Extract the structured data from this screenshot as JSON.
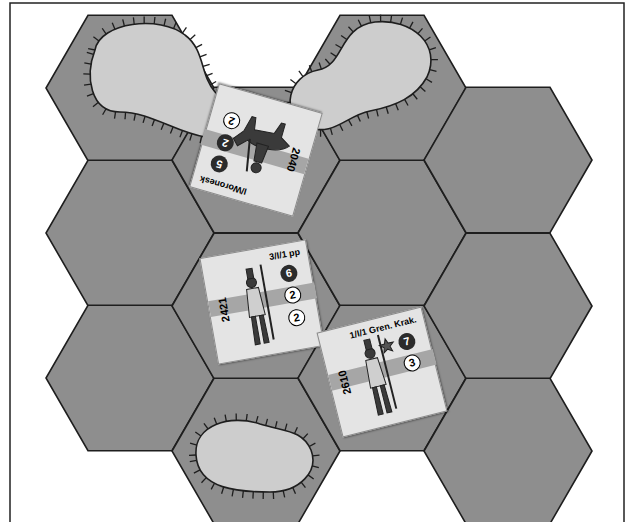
{
  "diagram": {
    "nodes": [
      {
        "text": [
          "I/Woronesk",
          "5",
          "2",
          "2",
          "2040"
        ]
      },
      {
        "text": [
          "3/I/1 pp",
          "6",
          "2",
          "2",
          "2421"
        ]
      },
      {
        "text": [
          "1/I/1 Gren. Krak.",
          "7",
          "3",
          "2610"
        ]
      }
    ]
  }
}
